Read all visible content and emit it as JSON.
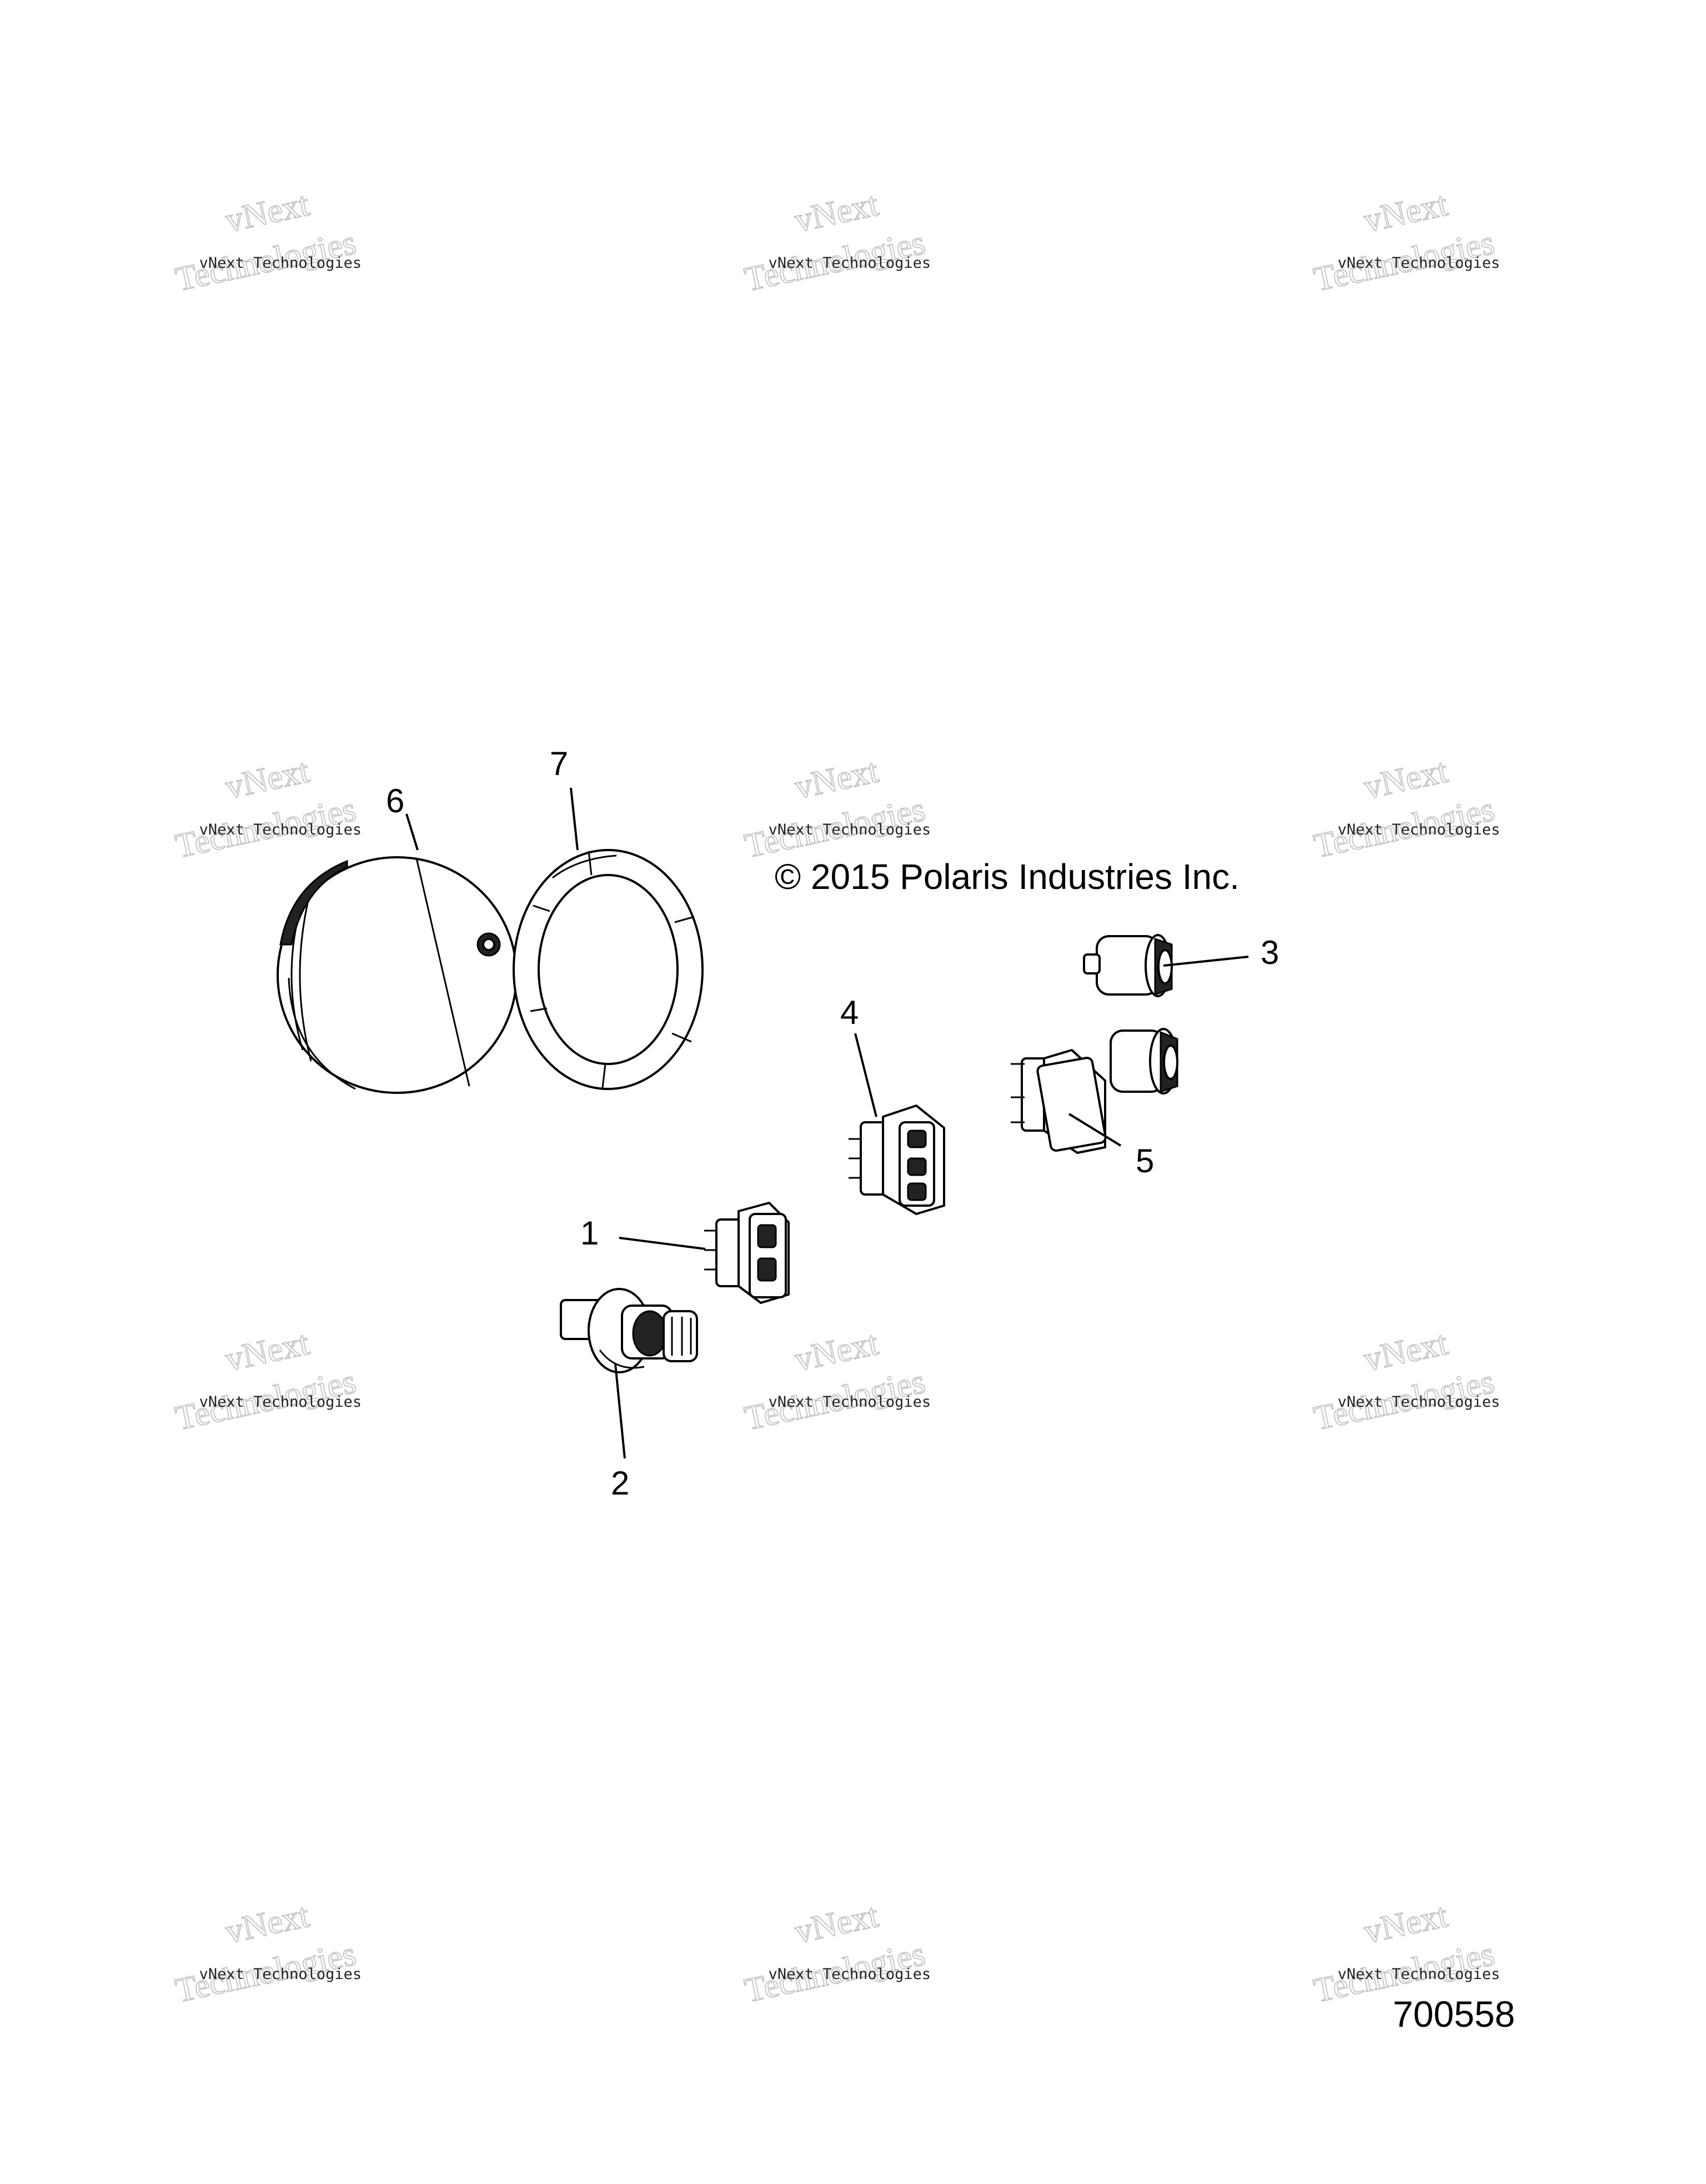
{
  "watermark": {
    "line1": "vNext",
    "line2": "vNext Technologies",
    "line3": "Technologies"
  },
  "copyright": "© 2015 Polaris Industries Inc.",
  "diagram_number": "700558",
  "callouts": {
    "c1": "1",
    "c2": "2",
    "c3": "3",
    "c4": "4",
    "c5": "5",
    "c6": "6",
    "c7": "7"
  }
}
